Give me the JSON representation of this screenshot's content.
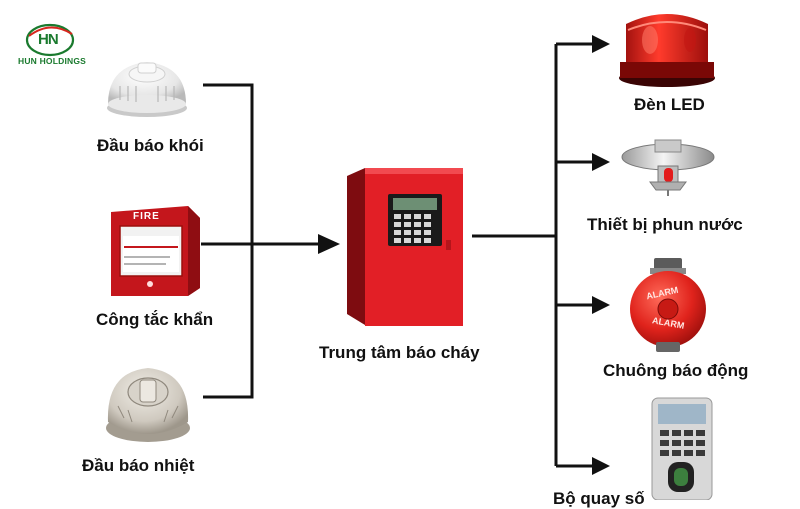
{
  "brand": {
    "name": "HUN HOLDINGS",
    "logo_letters": "HN"
  },
  "inputs": [
    {
      "label": "Đầu báo khói",
      "icon": "smoke-detector-icon"
    },
    {
      "label": "Công tắc khẩn",
      "icon": "fire-alarm-call-point-icon",
      "device_text": "FIRE"
    },
    {
      "label": "Đầu báo nhiệt",
      "icon": "heat-detector-icon"
    }
  ],
  "center": {
    "label": "Trung tâm báo cháy",
    "icon": "fire-alarm-control-panel-icon"
  },
  "outputs": [
    {
      "label": "Đèn LED",
      "icon": "red-beacon-light-icon"
    },
    {
      "label": "Thiết bị phun nước",
      "icon": "sprinkler-head-icon"
    },
    {
      "label": "Chuông báo động",
      "icon": "alarm-bell-icon",
      "device_text": "ALARM"
    },
    {
      "label": "Bộ quay số",
      "icon": "auto-dialer-icon"
    }
  ],
  "colors": {
    "line": "#111111",
    "red": "#e01b24",
    "dark_red": "#8f0d12",
    "brand_green": "#1a7a2e",
    "brand_red": "#d7261e"
  }
}
